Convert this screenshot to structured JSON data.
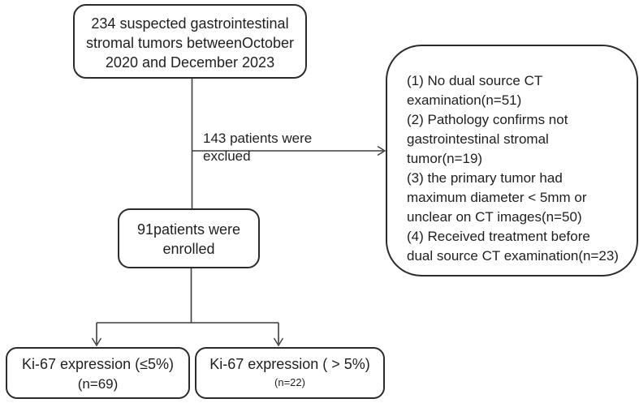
{
  "diagram": {
    "top_box": {
      "text": "234 suspected gastrointestinal\nstromal tumors betweenOctober\n2020 and December  2023"
    },
    "exclusion_label": {
      "text": "143 patients were\nexclued"
    },
    "exclusion_box": {
      "text": "(1) No dual source CT\nexamination(n=51)\n(2) Pathology confirms  not\ngastrointestinal stromal\ntumor(n=19)\n(3) the primary tumor had\nmaximum diameter < 5mm or\nunclear on CT images(n=50)\n(4) Received treatment before\ndual source CT examination(n=23)"
    },
    "enrolled_box": {
      "text": "91patients were\nenrolled"
    },
    "low_ki67_box": {
      "line1": "Ki-67 expression (≤5%)",
      "line2": "(n=69)"
    },
    "high_ki67_box": {
      "line1": "Ki-67 expression ( > 5%)",
      "line2": "(n=22)"
    },
    "colors": {
      "border": "#2b2b2b",
      "line": "#3d3d3d",
      "text": "#1f1f1f",
      "background": "#ffffff"
    }
  }
}
